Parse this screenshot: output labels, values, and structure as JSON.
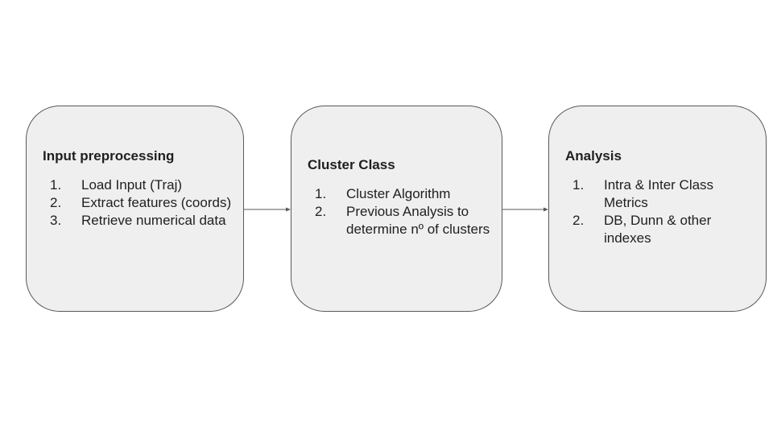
{
  "stages": [
    {
      "title": "Input preprocessing",
      "steps": [
        {
          "num": "1.",
          "text": "Load Input (Traj)"
        },
        {
          "num": "2.",
          "text": "Extract features (coords)"
        },
        {
          "num": "3.",
          "text": "Retrieve numerical data"
        }
      ]
    },
    {
      "title": "Cluster Class",
      "steps": [
        {
          "num": "1.",
          "text": "Cluster Algorithm"
        },
        {
          "num": "2.",
          "text": "Previous Analysis to determine nº of clusters"
        }
      ]
    },
    {
      "title": "Analysis",
      "steps": [
        {
          "num": "1.",
          "text": "Intra & Inter Class Metrics"
        },
        {
          "num": "2.",
          "text": "DB, Dunn & other indexes"
        }
      ]
    }
  ],
  "colors": {
    "box_fill": "#efefef",
    "box_border": "#595959",
    "arrow": "#595959",
    "text": "#1f1f1f"
  }
}
